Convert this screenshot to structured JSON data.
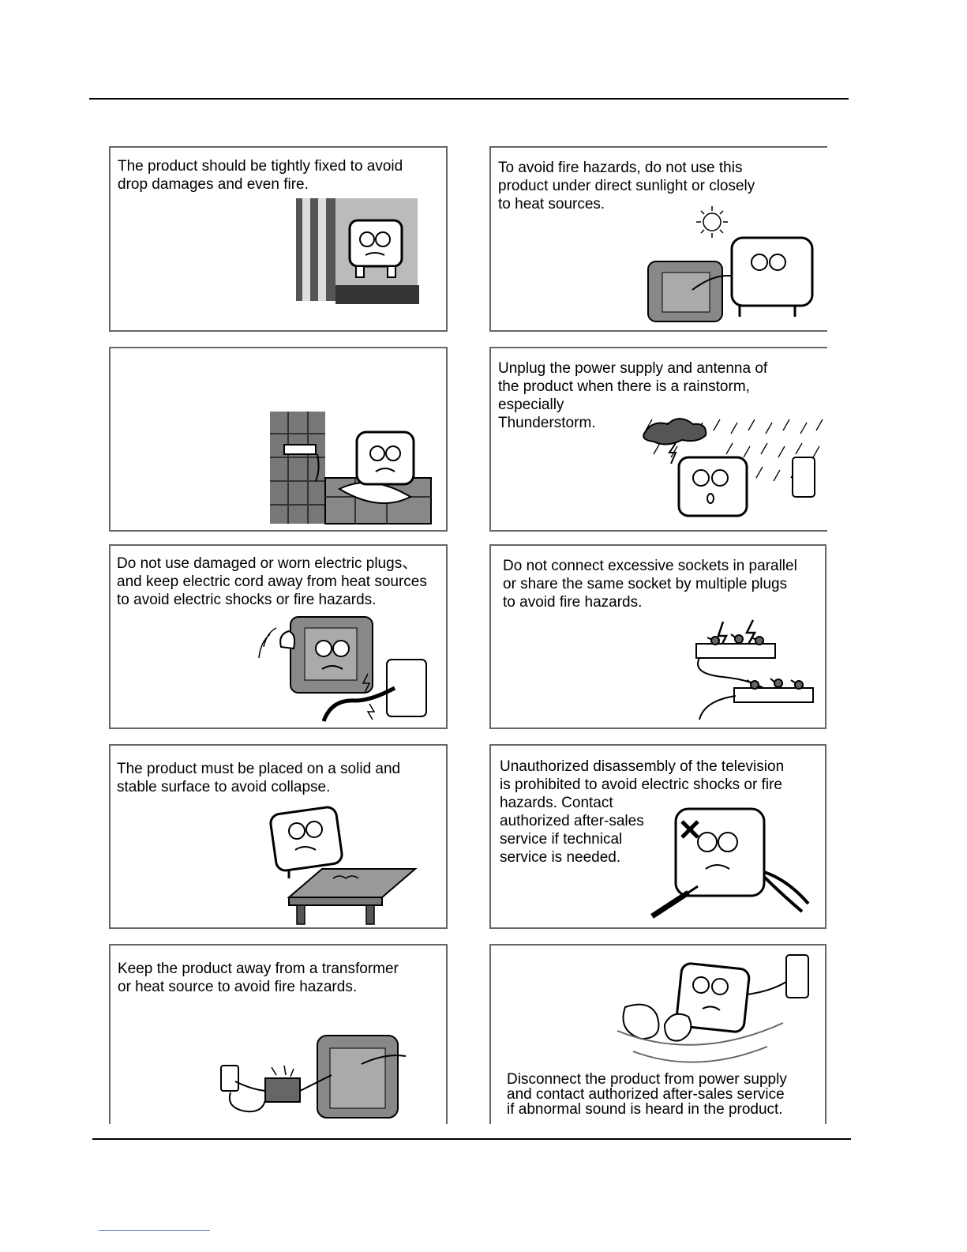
{
  "panels": [
    {
      "text": "The product should be tightly fixed to  avoid\ndrop damages and even fire."
    },
    {
      "text": "To avoid fire hazards, do not use this\nproduct under direct sunlight or closely\nto heat sources."
    },
    {
      "text": ""
    },
    {
      "text": "Unplug the power supply and antenna of\nthe product when there is a rainstorm,\nespecially\nThunderstorm."
    },
    {
      "text": "Do not use damaged or worn electric plugs、\nand keep electric cord away from heat sources\nto avoid electric shocks or fire hazards."
    },
    {
      "text": "Do not connect excessive sockets in parallel\nor share the same socket by multiple plugs\nto avoid fire hazards."
    },
    {
      "text": "The product must be placed on a solid and\nstable surface to avoid collapse."
    },
    {
      "text": "Unauthorized disassembly of the television\nis prohibited to avoid electric shocks or fire\n hazards. Contact\nauthorized after-sales\nservice if technical\nservice is needed."
    },
    {
      "text": "Keep the product away from a transformer\nor heat source to avoid fire hazards."
    },
    {
      "text": "Disconnect the product from power supply\nand contact authorized after-sales service\nif abnormal sound is heard in the product."
    }
  ],
  "illustrations": [
    "tv-fixed-to-wall-illustration",
    "tv-near-heater-sun-illustration",
    "tv-near-water-tap-illustration",
    "tv-in-thunderstorm-illustration",
    "tv-damaged-plug-illustration",
    "overloaded-power-strip-illustration",
    "tv-on-table-illustration",
    "tv-with-tools-illustration",
    "transformer-near-heater-illustration",
    "tv-abnormal-sound-illustration"
  ]
}
